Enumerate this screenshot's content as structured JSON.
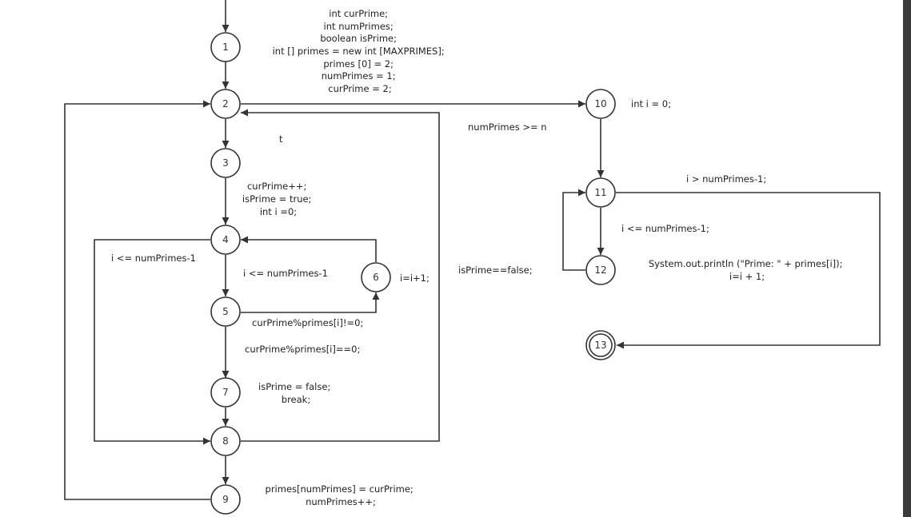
{
  "nodes": [
    {
      "id": "1",
      "label": "1"
    },
    {
      "id": "2",
      "label": "2"
    },
    {
      "id": "3",
      "label": "3"
    },
    {
      "id": "4",
      "label": "4"
    },
    {
      "id": "5",
      "label": "5"
    },
    {
      "id": "6",
      "label": "6"
    },
    {
      "id": "7",
      "label": "7"
    },
    {
      "id": "8",
      "label": "8"
    },
    {
      "id": "9",
      "label": "9"
    },
    {
      "id": "10",
      "label": "10"
    },
    {
      "id": "11",
      "label": "11"
    },
    {
      "id": "12",
      "label": "12"
    },
    {
      "id": "13",
      "label": "13",
      "final": true
    }
  ],
  "annotations": {
    "node1_code": [
      "int curPrime;",
      "int numPrimes;",
      "boolean isPrime;",
      "int [] primes = new int [MAXPRIMES];",
      "primes [0] = 2;",
      "numPrimes = 1;",
      "curPrime = 2;"
    ],
    "edge_2_3": "t",
    "node3_code": [
      "curPrime++;",
      "isPrime = true;",
      "int i =0;"
    ],
    "edge_4_8": "i <= numPrimes-1",
    "edge_4_5": "i <= numPrimes-1",
    "node6_code": "i=i+1;",
    "edge_5_6": "curPrime%primes[i]!=0;",
    "edge_5_7": "curPrime%primes[i]==0;",
    "node7_code": [
      "isPrime = false;",
      "break;"
    ],
    "node9_code": [
      "primes[numPrimes] = curPrime;",
      "numPrimes++;"
    ],
    "edge_2_10": "numPrimes >= n",
    "edge_8_2": "isPrime==false;",
    "node10_code": "int i = 0;",
    "edge_11_13": "i > numPrimes-1;",
    "edge_11_12": "i <= numPrimes-1;",
    "node12_code": [
      "System.out.println (\"Prime: \" + primes[i]);",
      "i=i + 1;"
    ]
  }
}
